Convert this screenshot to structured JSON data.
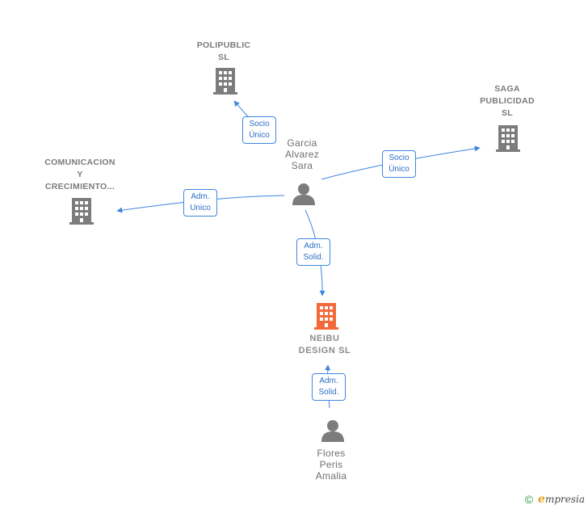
{
  "colors": {
    "edge": "#3f86e0",
    "company_icon": "#7c7c7c",
    "main_company_icon": "#f26a3a",
    "person_icon": "#7c7c7c"
  },
  "nodes": {
    "polipublic": {
      "lines": [
        "POLIPUBLIC",
        "SL"
      ],
      "icon": "building-icon"
    },
    "saga": {
      "lines": [
        "SAGA",
        "PUBLICIDAD",
        "SL"
      ],
      "icon": "building-icon"
    },
    "comunicacion": {
      "lines": [
        "COMUNICACION",
        "Y",
        "CRECIMIENTO..."
      ],
      "icon": "building-icon"
    },
    "neibu": {
      "lines": [
        "NEIBU",
        "DESIGN  SL"
      ],
      "icon": "building-icon"
    },
    "garcia": {
      "lines": [
        "Garcia",
        "Alvarez",
        "Sara"
      ],
      "icon": "person-icon"
    },
    "flores": {
      "lines": [
        "Flores",
        "Peris",
        "Amalia"
      ],
      "icon": "person-icon"
    }
  },
  "relations": [
    {
      "lines": [
        "Socio",
        "Único"
      ]
    },
    {
      "lines": [
        "Socio",
        "Único"
      ]
    },
    {
      "lines": [
        "Adm.",
        "Unico"
      ]
    },
    {
      "lines": [
        "Adm.",
        "Solid."
      ]
    },
    {
      "lines": [
        "Adm.",
        "Solid."
      ]
    }
  ],
  "footer": {
    "copyright": "©",
    "brand_initial": "e",
    "brand_rest": "mpresia"
  }
}
